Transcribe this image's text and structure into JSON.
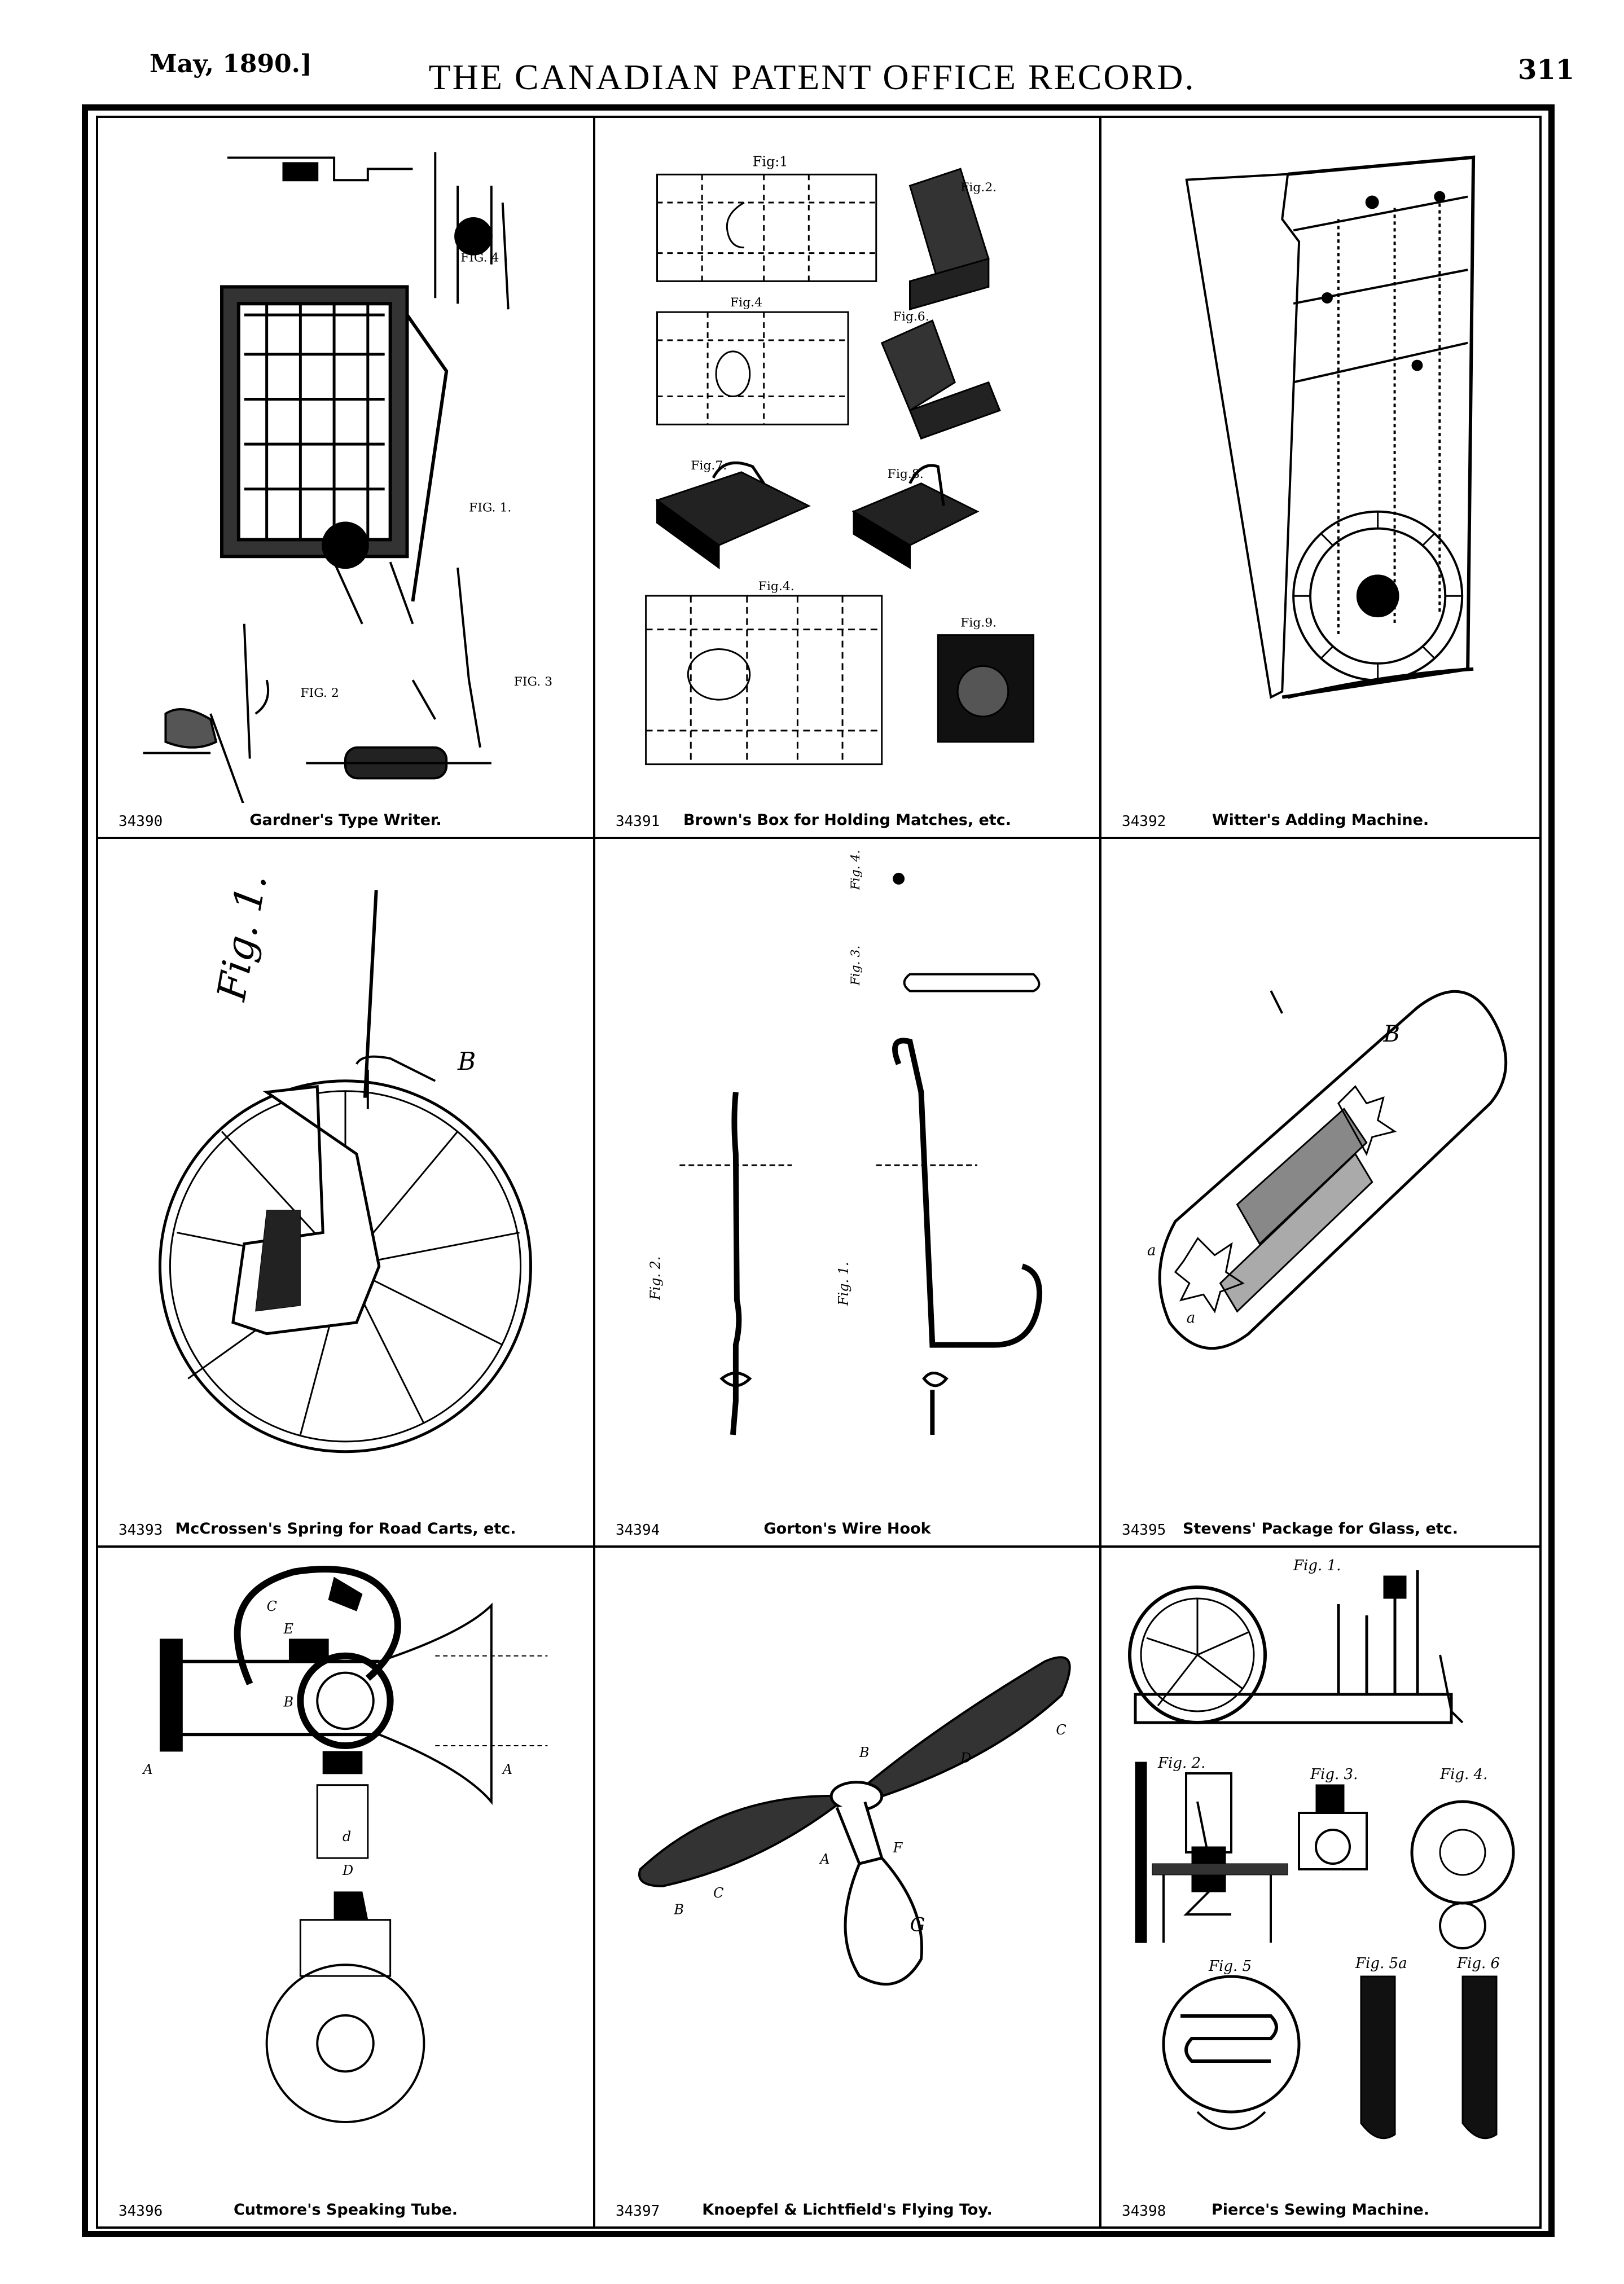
{
  "header": {
    "date": "May, 1890.]",
    "title": "THE CANADIAN PATENT OFFICE RECORD.",
    "page_number": "311"
  },
  "panels": [
    {
      "number": "34390",
      "title": "Gardner's Type Writer.",
      "labels": [
        "FIG. 4",
        "FIG. 1.",
        "FIG. 2",
        "FIG. 3"
      ]
    },
    {
      "number": "34391",
      "title": "Brown's Box for Holding Matches, etc.",
      "labels": [
        "Fig:1",
        "Fig.2.",
        "Fig.4",
        "Fig.6.",
        "Fig.7.",
        "Fig.8.",
        "Fig.4.",
        "Fig.9."
      ]
    },
    {
      "number": "34392",
      "title": "Witter's Adding Machine."
    },
    {
      "number": "34393",
      "title": "McCrossen's Spring for Road Carts, etc.",
      "labels": [
        "Fig. 1.",
        "B"
      ]
    },
    {
      "number": "34394",
      "title": "Gorton's Wire Hook",
      "labels": [
        "Fig. 4.",
        "Fig. 3.",
        "Fig. 2.",
        "Fig. 1."
      ]
    },
    {
      "number": "34395",
      "title": "Stevens' Package for Glass, etc.",
      "labels": [
        "B",
        "a",
        "a"
      ]
    },
    {
      "number": "34396",
      "title": "Cutmore's Speaking Tube.",
      "labels": [
        "C",
        "E",
        "B",
        "A",
        "A",
        "d",
        "D"
      ]
    },
    {
      "number": "34397",
      "title": "Knoepfel & Lichtfield's Flying Toy.",
      "labels": [
        "B",
        "C",
        "G",
        "B",
        "C",
        "F",
        "D",
        "A"
      ]
    },
    {
      "number": "34398",
      "title": "Pierce's Sewing Machine.",
      "labels": [
        "Fig. 1.",
        "Fig. 2.",
        "Fig. 3.",
        "Fig. 4.",
        "Fig. 5",
        "Fig. 5a",
        "Fig. 6"
      ]
    }
  ]
}
